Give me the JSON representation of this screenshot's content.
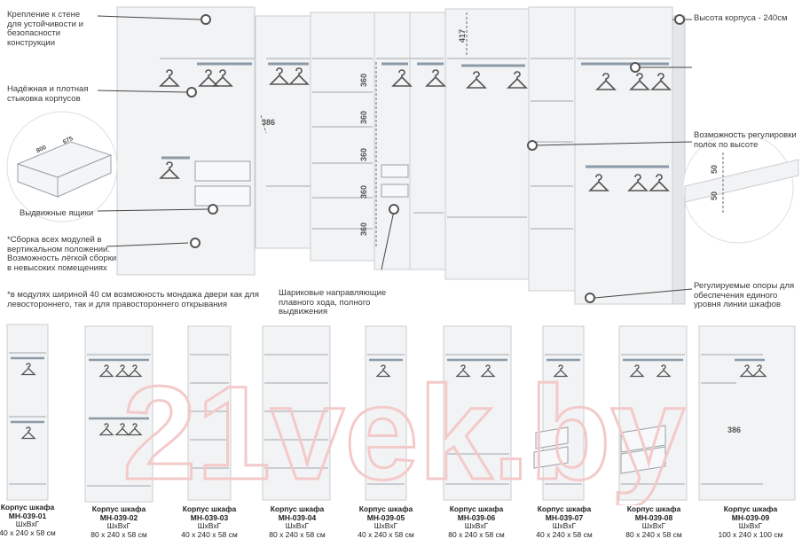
{
  "notes_left": [
    {
      "id": "wall-mount",
      "text": "Крепление к стене для устойчивости и безопасности конструкции"
    },
    {
      "id": "tight-joint",
      "text": "Надёжная и плотная стыковка корпусов"
    },
    {
      "id": "drawers",
      "text": "Выдвижные ящики"
    },
    {
      "id": "vertical-assembly",
      "text": "*Сборка всех модулей в вертикальном положении. Возможность лёгкой сборки в невысоких помещениях"
    },
    {
      "id": "doors-note",
      "text": "*в модулях шириной 40 см возможность мондажа двери как для левостороннего, так и для правостороннего открывания"
    }
  ],
  "notes_right": [
    {
      "id": "height",
      "text": "Высота корпуса  - 240см"
    },
    {
      "id": "shelf-adjust",
      "text": "Возможность регулировки полок по высоте"
    },
    {
      "id": "legs",
      "text": "Регулируемые опоры для обеспечения единого уровня линии шкафов"
    }
  ],
  "note_bottom_center": "Шариковые направляющие плавного хода, полного выдвижения",
  "dimensions": {
    "top": "417",
    "shelf": "360",
    "depth": "386",
    "drawer_depth": "800",
    "drawer_width": "675",
    "adjust_step": "50",
    "corner_depth": "386"
  },
  "modules": [
    {
      "title": "Корпус шкафа",
      "code": "МН-039-01",
      "dims_label": "ШхВхГ",
      "size": "40 х 240 х 58 см"
    },
    {
      "title": "Корпус шкафа",
      "code": "МН-039-02",
      "dims_label": "ШхВхГ",
      "size": "80 х 240 х 58 см"
    },
    {
      "title": "Корпус шкафа",
      "code": "МН-039-03",
      "dims_label": "ШхВхГ",
      "size": "40 х 240 х 58 см"
    },
    {
      "title": "Корпус шкафа",
      "code": "МН-039-04",
      "dims_label": "ШхВхГ",
      "size": "80 х 240 х 58 см"
    },
    {
      "title": "Корпус шкафа",
      "code": "МН-039-05",
      "dims_label": "ШхВхГ",
      "size": "40 х 240 х 58 см"
    },
    {
      "title": "Корпус шкафа",
      "code": "МН-039-06",
      "dims_label": "ШхВхГ",
      "size": "80 х 240 х 58 см"
    },
    {
      "title": "Корпус шкафа",
      "code": "МН-039-07",
      "dims_label": "ШхВхГ",
      "size": "40 х 240 х 58 см"
    },
    {
      "title": "Корпус шкафа",
      "code": "МН-039-08",
      "dims_label": "ШхВхГ",
      "size": "80 х 240 х 58 см"
    },
    {
      "title": "Корпус шкафа",
      "code": "МН-039-09",
      "dims_label": "ШхВхГ",
      "size": "100 х 240 х 100 см"
    }
  ],
  "watermark": "21vek.by",
  "colors": {
    "panel": "#f2f3f4",
    "edge": "#c9ccd0",
    "line": "#6b6b6b",
    "rod": "#8a9aa8",
    "watermark": "#f4c9c9"
  }
}
